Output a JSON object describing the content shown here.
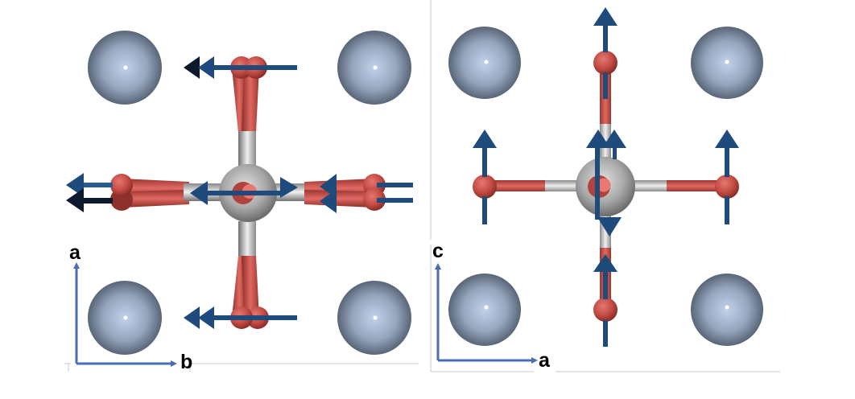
{
  "figure": {
    "colors": {
      "background": "#ffffff",
      "frame_line": "#c8c8c8",
      "axis_arrow": "#4a6fb0",
      "arrow": "#1e4a7c",
      "arrow_dark": "#0d1a2e",
      "oxygen": "#c9504a",
      "oxygen_light": "#e8736a",
      "cation_gray": "#a8a8a8",
      "bond_gray": "#cfcfcf",
      "corner_atom": "#a8b9d4",
      "corner_atom_edge": "#4a5566"
    },
    "left_panel": {
      "name": "projection-a-b",
      "vertical_axis_label": "a",
      "horizontal_axis_label": "b",
      "displacement_direction": "-b (along b axis, antiparallel)",
      "corner_atoms": 4,
      "octahedron_center_atom": "gray cation",
      "oxygen_arrows": "leftward"
    },
    "right_panel": {
      "name": "projection-c-a",
      "vertical_axis_label": "c",
      "horizontal_axis_label": "a",
      "displacement_direction": "+c (along c axis)",
      "corner_atoms": 4,
      "octahedron_center_atom": "gray cation",
      "oxygen_arrows": "upward"
    }
  }
}
